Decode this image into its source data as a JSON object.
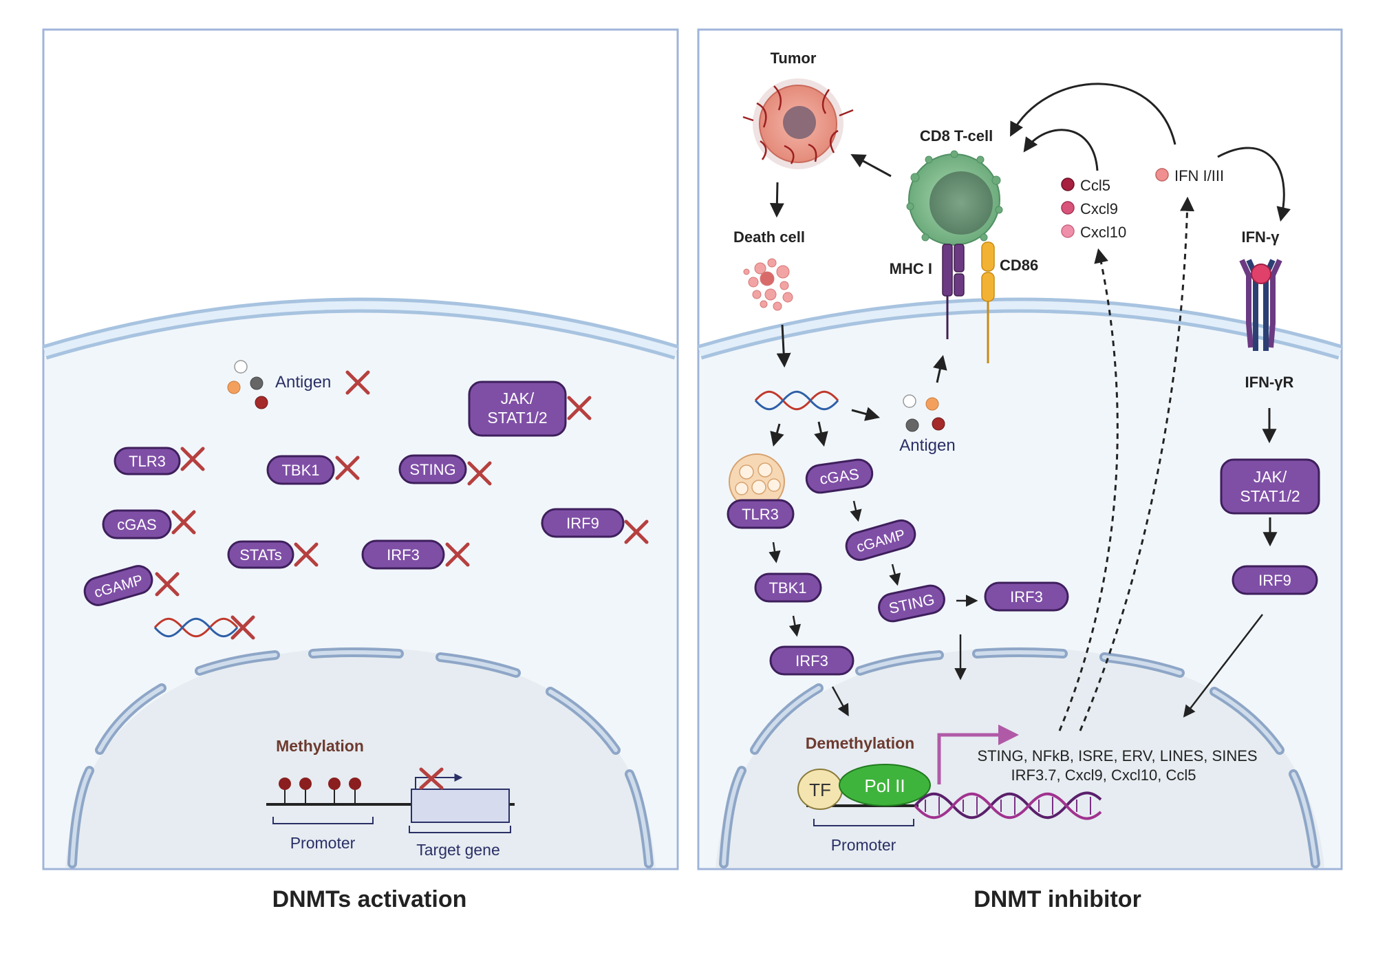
{
  "left_panel": {
    "caption": "DNMTs activation",
    "antigen_label": "Antigen",
    "pills": {
      "jak_stat_line1": "JAK/",
      "jak_stat_line2": "STAT1/2",
      "tlr3": "TLR3",
      "tbk1": "TBK1",
      "sting": "STING",
      "cgas": "cGAS",
      "irf9": "IRF9",
      "stats": "STATs",
      "irf3": "IRF3",
      "cgamp": "cGAMP"
    },
    "methylation_label": "Methylation",
    "promoter_label": "Promoter",
    "target_gene_label": "Target gene"
  },
  "right_panel": {
    "caption": "DNMT inhibitor",
    "tumor_label": "Tumor",
    "tcell_label": "CD8 T-cell",
    "death_cell_label": "Death cell",
    "mhc_label": "MHC I",
    "cd86_label": "CD86",
    "chemokines": [
      "Ccl5",
      "Cxcl9",
      "Cxcl10"
    ],
    "ifn_label": "IFN I/III",
    "ifng_label": "IFN-γ",
    "ifngr_label": "IFN-γR",
    "antigen_label": "Antigen",
    "pills": {
      "tlr3": "TLR3",
      "cgas": "cGAS",
      "cgamp": "cGAMP",
      "tbk1": "TBK1",
      "sting": "STING",
      "irf3_top": "IRF3",
      "irf3_bottom": "IRF3",
      "jak_stat_line1": "JAK/",
      "jak_stat_line2": "STAT1/2",
      "irf9": "IRF9"
    },
    "demethylation_label": "Demethylation",
    "tf_label": "TF",
    "pol2_label": "Pol II",
    "promoter_label": "Promoter",
    "genes_line1": "STING, NFkB, ISRE, ERV, LINES, SINES",
    "genes_line2": "IRF3.7, Cxcl9, Cxcl10, Ccl5"
  },
  "colors": {
    "pill_fill": "#7f4fa6",
    "pill_stroke": "#3e1f5c",
    "cross": "#b5403f",
    "panel_border": "#9fb4d9",
    "cytoplasm": "#f1f6fa",
    "membrane": "#c9dff3",
    "methylation": "#6d3a2f"
  }
}
